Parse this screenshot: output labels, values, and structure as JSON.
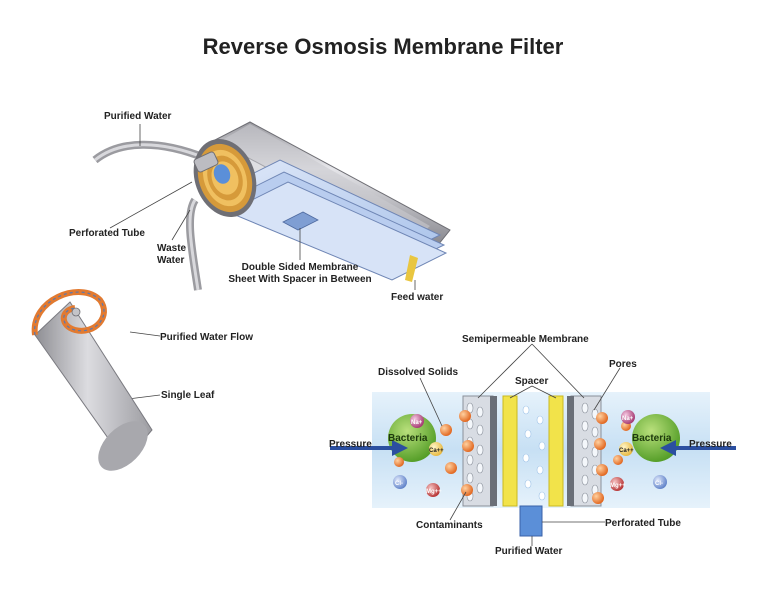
{
  "title": "Reverse Osmosis Membrane Filter",
  "labels": {
    "purified_water": "Purified Water",
    "perforated_tube": "Perforated Tube",
    "waste_water_1": "Waste",
    "waste_water_2": "Water",
    "membrane_1": "Double Sided Membrane",
    "membrane_2": "Sheet With Spacer in Between",
    "feed_water": "Feed water",
    "purified_water_flow": "Purified Water Flow",
    "single_leaf": "Single Leaf",
    "semipermeable_membrane": "Semipermeable Membrane",
    "dissolved_solids": "Dissolved Solids",
    "spacer": "Spacer",
    "pores": "Pores",
    "pressure_left": "Pressure",
    "pressure_right": "Pressure",
    "bacteria_left": "Bacteria",
    "bacteria_right": "Bacteria",
    "contaminants": "Contaminants",
    "perforated_tube_bottom": "Perforated Tube",
    "purified_water_bottom": "Purified Water"
  },
  "ions": {
    "na": "Na+",
    "ca": "Ca++",
    "cl": "Cl-",
    "mg": "Mg++"
  },
  "colors": {
    "bacteria": "#7dc242",
    "contaminant": "#f07f2a",
    "spacer": "#f2e34a",
    "water": "#cfe6f7",
    "arrow": "#2b4fa0",
    "leaf": "#e27a30"
  }
}
